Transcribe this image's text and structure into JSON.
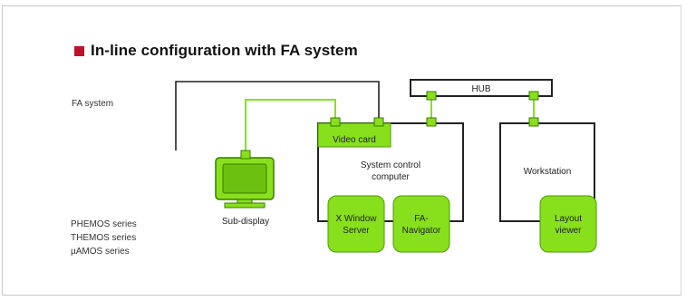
{
  "title": "In-line configuration with FA system",
  "labels": {
    "fa_system": "FA system",
    "hub": "HUB",
    "video_card": "Video card",
    "system_control_computer_line1": "System control",
    "system_control_computer_line2": "computer",
    "workstation": "Workstation",
    "sub_display": "Sub-display",
    "x_window_server_line1": "X Window",
    "x_window_server_line2": "Server",
    "fa_navigator_line1": "FA-",
    "fa_navigator_line2": "Navigator",
    "layout_viewer_line1": "Layout",
    "layout_viewer_line2": "viewer"
  },
  "series": [
    "PHEMOS series",
    "THEMOS series",
    "µAMOS series"
  ],
  "colors": {
    "accent_red": "#c0102a",
    "green_fill": "#88e01c",
    "green_stroke": "#4a9a00",
    "line_dark": "#222222"
  }
}
